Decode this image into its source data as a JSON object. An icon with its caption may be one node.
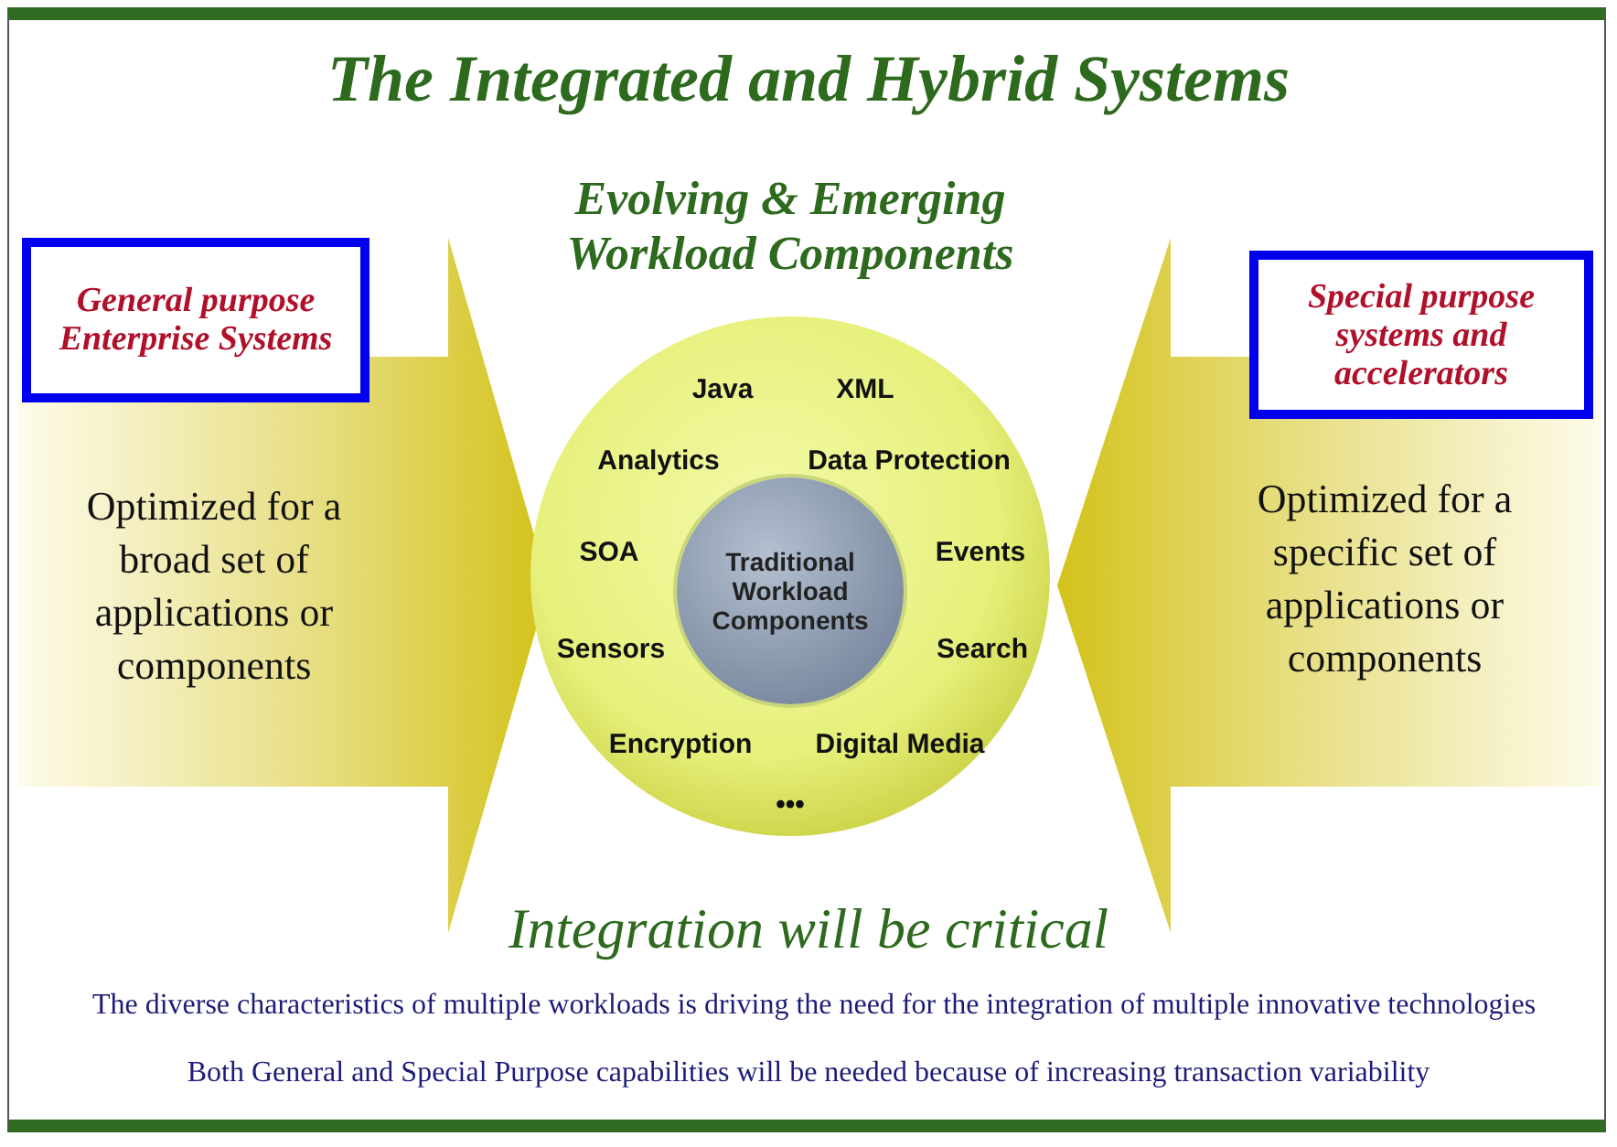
{
  "diagram": {
    "title": "The Integrated and Hybrid Systems",
    "nodes": [
      {
        "text": [
          "General purpose Enterprise Systems"
        ]
      },
      {
        "text": [
          "Optimized for a broad set of applications or components"
        ]
      },
      {
        "text": [
          "Evolving & Emerging Workload Components",
          "Java",
          "XML",
          "Analytics",
          "Data Protection",
          "SOA",
          "Events",
          "Sensors",
          "Search",
          "Encryption",
          "Digital Media",
          "•••"
        ]
      },
      {
        "text": [
          "Traditional Workload Components"
        ],
        "in": 2
      },
      {
        "text": [
          "Optimized for a specific set of applications or components"
        ]
      },
      {
        "text": [
          "Special purpose systems and accelerators"
        ]
      }
    ],
    "labels": [
      "Integration will be critical",
      "The diverse characteristics of multiple workloads is driving the need for the integration of multiple innovative technologies",
      "Both General and Special Purpose capabilities will be needed because of increasing transaction variability"
    ]
  }
}
